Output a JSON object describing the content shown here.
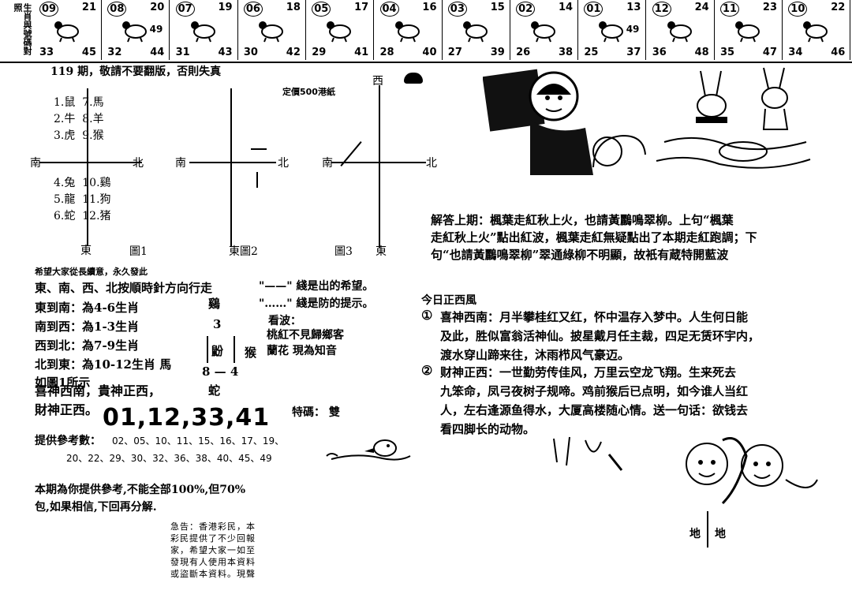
{
  "strip": {
    "side_label": "生肖與號碼對照",
    "cells": [
      {
        "a": "09",
        "b": "21",
        "c": "33",
        "d": "45",
        "e": "",
        "animal": "dog-icon"
      },
      {
        "a": "08",
        "b": "20",
        "c": "32",
        "d": "44",
        "e": "49",
        "animal": "pig-icon"
      },
      {
        "a": "07",
        "b": "19",
        "c": "31",
        "d": "43",
        "e": "",
        "animal": "tiger-icon"
      },
      {
        "a": "06",
        "b": "18",
        "c": "30",
        "d": "42",
        "e": "",
        "animal": "rabbit-icon"
      },
      {
        "a": "05",
        "b": "17",
        "c": "29",
        "d": "41",
        "e": "",
        "animal": "dragon-icon"
      },
      {
        "a": "04",
        "b": "16",
        "c": "28",
        "d": "40",
        "e": "",
        "animal": "snake-icon"
      },
      {
        "a": "03",
        "b": "15",
        "c": "27",
        "d": "39",
        "e": "",
        "animal": "goat-icon"
      },
      {
        "a": "02",
        "b": "14",
        "c": "26",
        "d": "38",
        "e": "",
        "animal": "sheep-icon"
      },
      {
        "a": "01",
        "b": "13",
        "c": "25",
        "d": "37",
        "e": "49",
        "animal": "monkey-icon"
      },
      {
        "a": "12",
        "b": "24",
        "c": "36",
        "d": "48",
        "e": "",
        "animal": "rooster-icon"
      },
      {
        "a": "11",
        "b": "23",
        "c": "35",
        "d": "47",
        "e": "",
        "animal": "dog2-icon"
      },
      {
        "a": "10",
        "b": "22",
        "c": "34",
        "d": "46",
        "e": "",
        "animal": "pig2-icon"
      }
    ]
  },
  "left": {
    "header_line": "119 期，敬請不要翻版，否則失真",
    "price": "定價500港紙",
    "zodiac_top": [
      "1.鼠",
      "7.馬",
      "2.牛",
      "8.羊",
      "3.虎",
      "9.猴"
    ],
    "zodiac_bottom": [
      "4.兔",
      "10.鷄",
      "5.龍",
      "11.狗",
      "6.蛇",
      "12.猪"
    ],
    "fig1": {
      "south": "南",
      "north": "北",
      "east": "東",
      "label": "圖1"
    },
    "fig2": {
      "south": "南",
      "north": "北",
      "east": "東",
      "label": "圖2"
    },
    "fig3": {
      "south": "南",
      "north": "北",
      "west": "西",
      "east": "東",
      "label": "圖3"
    },
    "wish": "希望大家從長續意，永久發此",
    "dir_intro": "東、南、西、北按順時針方向行走",
    "dirs": [
      "東到南：為4-6生肖",
      "南到西：為1-3生肖",
      "西到北：為7-9生肖",
      "北到東：為10-12生肖 馬"
    ],
    "fig_example": "如圖1所示",
    "line_solid": "\"——\" 綫是出的希望。",
    "line_dotted": "\"……\" 綫是防的提示。",
    "compass": {
      "top": "鷄",
      "mid_num": "3",
      "center": "鼢",
      "right": "猴",
      "nums": "8 — 4",
      "bottom": "蛇"
    },
    "kanbo_title": "看波：",
    "kanbo_1": "桃紅不見歸鄉客",
    "kanbo_2": "蘭花 現為知音",
    "god1": "喜神西南，貴神正西，",
    "god2": "財神正西。",
    "main_nums": "01,12,33,41",
    "tema": "特碼： 雙",
    "ref_label": "提供參考數：",
    "ref_line1": "02、05、10、11、15、16、17、19、",
    "ref_line2": "20、22、29、30、32、36、38、40、45、49",
    "note1": "本期為你提供參考,不能全部100%,但70%",
    "note2": "包,如果相信,下回再分解.",
    "notice": [
      "急告：香港彩民，本",
      "彩民提供了不少回報",
      "家，希望大家一如至",
      "發現有人使用本資料",
      "或盜斷本資料。現聲"
    ]
  },
  "right": {
    "answer_1": "解答上期：楓葉走紅秋上火，也請黃鸝鳴翠柳。上句“楓葉",
    "answer_2": "走紅秋上火”點出紅波，楓葉走紅無疑點出了本期走紅跑調；下",
    "answer_3": "句“也請黃鸝鳴翠柳”翠通綠柳不明顯，故衹有蔵特開藍波",
    "today": "今日正西風",
    "p1_num": "①",
    "p1_1": "喜神西南：月半攀桂红又红，怀中温存入梦中。人生何日能",
    "p1_2": "及此，胜似富翁活神仙。披星戴月任主裁，四足无赁环宇内，",
    "p1_3": "渡水穿山蹄来往，沐雨栉风气豪迈。",
    "p2_num": "②",
    "p2_1": "财神正西：一世勤劳传佳风，万里云空龙飞翔。生来死去",
    "p2_2": "九笨命，凤弓夜树子规啼。鸡前猴后已点明，如今谁人当红",
    "p2_3": "人，左右逢源鱼得水，大厦高楼随心情。送一句话：欲钱去",
    "p2_4": "看四脚长的动物。",
    "di_1": "地",
    "di_2": "地"
  }
}
